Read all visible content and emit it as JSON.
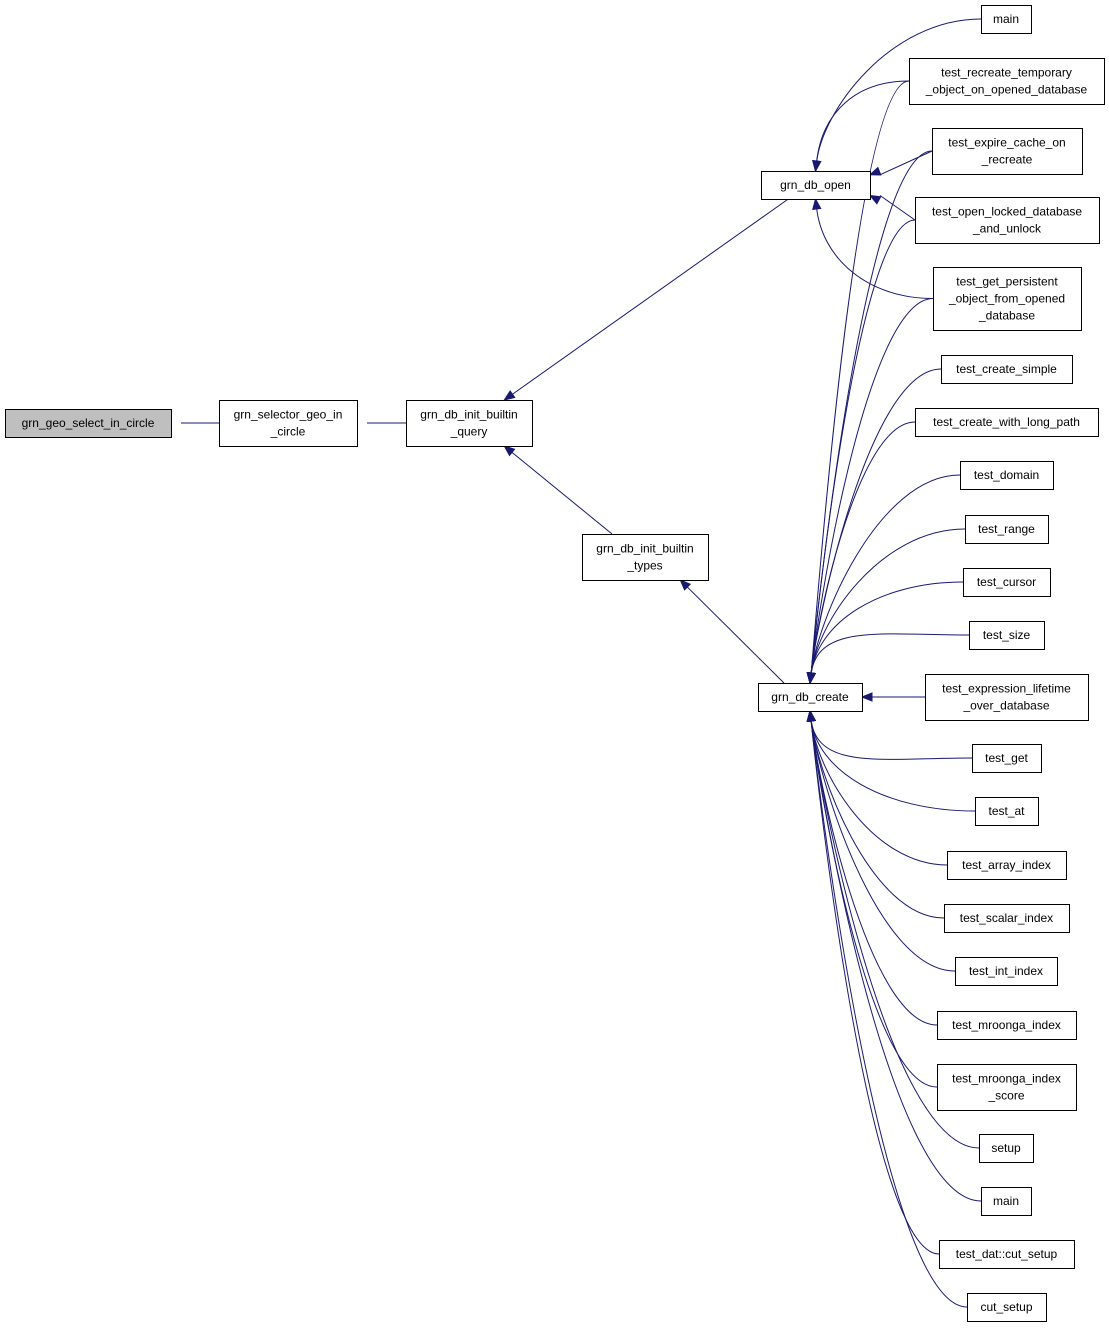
{
  "title": "",
  "colors": {
    "edge": "#191970",
    "root_fill": "#bfbfbf",
    "node_fill": "#ffffff",
    "border": "#000000"
  },
  "nodes": {
    "geo_select_in_circle": {
      "lines": [
        "grn_geo_select_in_circle"
      ]
    },
    "selector_geo_in_circle": {
      "lines": [
        "grn_selector_geo_in",
        "_circle"
      ]
    },
    "db_init_builtin_query": {
      "lines": [
        "grn_db_init_builtin",
        "_query"
      ]
    },
    "db_init_builtin_types": {
      "lines": [
        "grn_db_init_builtin",
        "_types"
      ]
    },
    "db_open": {
      "lines": [
        "grn_db_open"
      ]
    },
    "db_create": {
      "lines": [
        "grn_db_create"
      ]
    },
    "main_top": {
      "lines": [
        "main"
      ]
    },
    "test_recreate_temporary": {
      "lines": [
        "test_recreate_temporary",
        "_object_on_opened_database"
      ]
    },
    "test_expire_cache": {
      "lines": [
        "test_expire_cache_on",
        "_recreate"
      ]
    },
    "test_open_locked": {
      "lines": [
        "test_open_locked_database",
        "_and_unlock"
      ]
    },
    "test_get_persistent": {
      "lines": [
        "test_get_persistent",
        "_object_from_opened",
        "_database"
      ]
    },
    "test_create_simple": {
      "lines": [
        "test_create_simple"
      ]
    },
    "test_create_with_long_path": {
      "lines": [
        "test_create_with_long_path"
      ]
    },
    "test_domain": {
      "lines": [
        "test_domain"
      ]
    },
    "test_range": {
      "lines": [
        "test_range"
      ]
    },
    "test_cursor": {
      "lines": [
        "test_cursor"
      ]
    },
    "test_size": {
      "lines": [
        "test_size"
      ]
    },
    "test_expression_lifetime": {
      "lines": [
        "test_expression_lifetime",
        "_over_database"
      ]
    },
    "test_get": {
      "lines": [
        "test_get"
      ]
    },
    "test_at": {
      "lines": [
        "test_at"
      ]
    },
    "test_array_index": {
      "lines": [
        "test_array_index"
      ]
    },
    "test_scalar_index": {
      "lines": [
        "test_scalar_index"
      ]
    },
    "test_int_index": {
      "lines": [
        "test_int_index"
      ]
    },
    "test_mroonga_index": {
      "lines": [
        "test_mroonga_index"
      ]
    },
    "test_mroonga_index_score": {
      "lines": [
        "test_mroonga_index",
        "_score"
      ]
    },
    "setup": {
      "lines": [
        "setup"
      ]
    },
    "main_bottom": {
      "lines": [
        "main"
      ]
    },
    "test_dat_cut_setup": {
      "lines": [
        "test_dat::cut_setup"
      ]
    },
    "cut_setup": {
      "lines": [
        "cut_setup"
      ]
    }
  },
  "edges": [
    [
      "selector_geo_in_circle",
      "geo_select_in_circle"
    ],
    [
      "db_init_builtin_query",
      "selector_geo_in_circle"
    ],
    [
      "db_open",
      "db_init_builtin_query"
    ],
    [
      "db_init_builtin_types",
      "db_init_builtin_query"
    ],
    [
      "db_create",
      "db_init_builtin_types"
    ],
    [
      "main_top",
      "db_open"
    ],
    [
      "test_recreate_temporary",
      "db_open"
    ],
    [
      "test_expire_cache",
      "db_open"
    ],
    [
      "test_open_locked",
      "db_open"
    ],
    [
      "test_get_persistent",
      "db_open"
    ],
    [
      "test_recreate_temporary",
      "db_create"
    ],
    [
      "test_expire_cache",
      "db_create"
    ],
    [
      "test_open_locked",
      "db_create"
    ],
    [
      "test_get_persistent",
      "db_create"
    ],
    [
      "test_create_simple",
      "db_create"
    ],
    [
      "test_create_with_long_path",
      "db_create"
    ],
    [
      "test_domain",
      "db_create"
    ],
    [
      "test_range",
      "db_create"
    ],
    [
      "test_cursor",
      "db_create"
    ],
    [
      "test_size",
      "db_create"
    ],
    [
      "test_expression_lifetime",
      "db_create"
    ],
    [
      "test_get",
      "db_create"
    ],
    [
      "test_at",
      "db_create"
    ],
    [
      "test_array_index",
      "db_create"
    ],
    [
      "test_scalar_index",
      "db_create"
    ],
    [
      "test_int_index",
      "db_create"
    ],
    [
      "test_mroonga_index",
      "db_create"
    ],
    [
      "test_mroonga_index_score",
      "db_create"
    ],
    [
      "setup",
      "db_create"
    ],
    [
      "main_bottom",
      "db_create"
    ],
    [
      "test_dat_cut_setup",
      "db_create"
    ],
    [
      "cut_setup",
      "db_create"
    ]
  ]
}
